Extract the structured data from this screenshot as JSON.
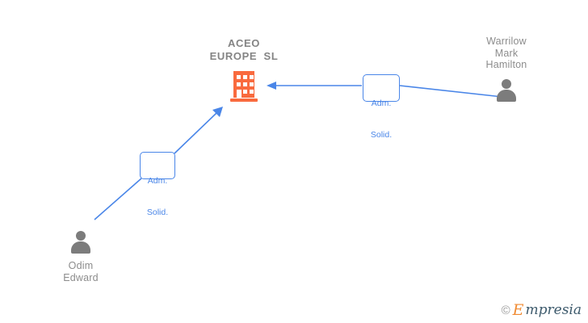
{
  "diagram": {
    "title": "Company relationship graph",
    "background_color": "#ffffff",
    "company": {
      "name_line1": "ACEO",
      "name_line2": "EUROPE  SL",
      "icon": "building-icon",
      "icon_color": "#f96a3e",
      "label_color": "#848484"
    },
    "people": [
      {
        "id": "person-odim-edward",
        "name_lines": "Odim\nEdward",
        "icon": "person-icon",
        "icon_color": "#7c7c7c",
        "label_color": "#8c8c8c"
      },
      {
        "id": "person-warrilow-mark-hamilton",
        "name_lines": "Warrilow\nMark\nHamilton",
        "icon": "person-icon",
        "icon_color": "#7c7c7c",
        "label_color": "#8c8c8c"
      }
    ],
    "relations": [
      {
        "id": "relation-odim-edward",
        "line1": "Adm.",
        "line2": "Solid.",
        "color": "#4a86e8",
        "from": "person-odim-edward",
        "to": "company"
      },
      {
        "id": "relation-warrilow-mark-hamilton",
        "line1": "Adm.",
        "line2": "Solid.",
        "color": "#4a86e8",
        "from": "person-warrilow-mark-hamilton",
        "to": "company"
      }
    ],
    "edge_color": "#4a86e8"
  },
  "watermark": {
    "copyright_symbol": "©",
    "brand_initial": "E",
    "brand_rest": "mpresia"
  }
}
